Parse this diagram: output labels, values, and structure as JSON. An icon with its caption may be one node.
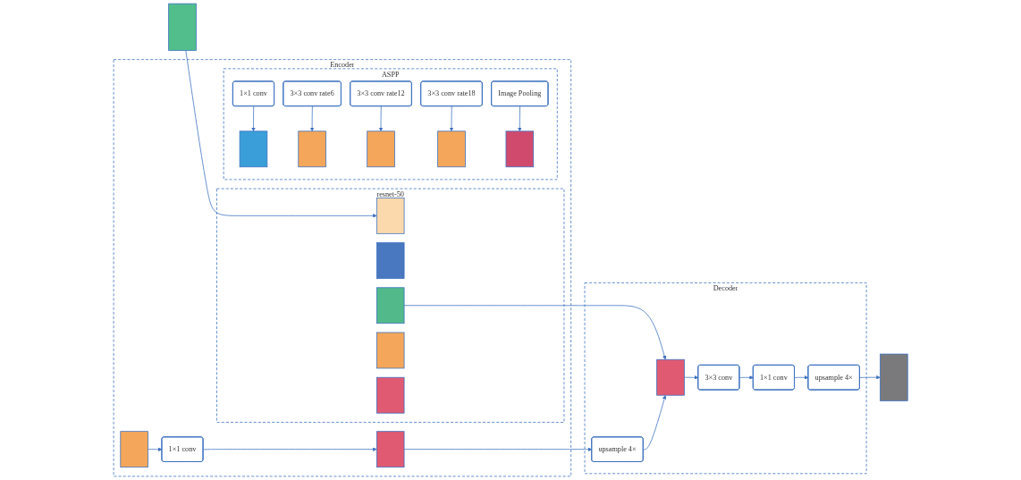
{
  "diagram": {
    "nodes": [
      {
        "text": [
          "Encoder"
        ]
      },
      {
        "text": [],
        "shape": "box"
      },
      {
        "text": [
          "resnet-50"
        ],
        "in": 0
      },
      {
        "text": [],
        "shape": "bar",
        "in": 2
      },
      {
        "text": [],
        "shape": "bar",
        "in": 2
      },
      {
        "text": [],
        "shape": "bar",
        "in": 2
      },
      {
        "text": [],
        "shape": "bar",
        "in": 2
      },
      {
        "text": [],
        "shape": "bar",
        "in": 2
      },
      {
        "text": [
          "ASPP"
        ],
        "in": 0
      },
      {
        "text": [
          "1×1 conv"
        ],
        "in": 8
      },
      {
        "text": [],
        "shape": "bar",
        "in": 8
      },
      {
        "text": [
          "3×3 conv rate6"
        ],
        "in": 8
      },
      {
        "text": [],
        "shape": "bar",
        "in": 8
      },
      {
        "text": [
          "3×3 conv rate12"
        ],
        "in": 8
      },
      {
        "text": [],
        "shape": "bar",
        "in": 8
      },
      {
        "text": [
          "3×3 conv rate18"
        ],
        "in": 8
      },
      {
        "text": [],
        "shape": "bar",
        "in": 8
      },
      {
        "text": [
          "Image Pooling"
        ],
        "in": 8
      },
      {
        "text": [],
        "shape": "bar",
        "in": 8
      },
      {
        "text": [],
        "shape": "bar",
        "in": 0
      },
      {
        "text": [
          "1×1 conv"
        ],
        "in": 0
      },
      {
        "text": [],
        "shape": "bar",
        "in": 0
      },
      {
        "text": [
          "Decoder"
        ]
      },
      {
        "text": [],
        "shape": "bar",
        "in": 22
      },
      {
        "text": [
          "upsample 4×"
        ],
        "in": 22
      },
      {
        "text": [
          "3×3 conv"
        ],
        "in": 22
      },
      {
        "text": [
          "1×1 conv"
        ],
        "in": 22
      },
      {
        "text": [
          "upsample 4×"
        ],
        "in": 22
      },
      {
        "text": [],
        "shape": "box"
      }
    ],
    "edges": [
      {
        "from": 1,
        "to": 3,
        "arrow": "to"
      },
      {
        "from": 5,
        "to": 23,
        "arrow": "to"
      },
      {
        "from": 9,
        "to": 10,
        "arrow": "to"
      },
      {
        "from": 11,
        "to": 12,
        "arrow": "to"
      },
      {
        "from": 13,
        "to": 14,
        "arrow": "to"
      },
      {
        "from": 15,
        "to": 16,
        "arrow": "to"
      },
      {
        "from": 17,
        "to": 18,
        "arrow": "to"
      },
      {
        "from": 19,
        "to": 20,
        "arrow": "to"
      },
      {
        "from": 20,
        "to": 21,
        "arrow": "to"
      },
      {
        "from": 21,
        "to": 24,
        "arrow": "to"
      },
      {
        "from": 24,
        "to": 23,
        "arrow": "to"
      },
      {
        "from": 23,
        "to": 25,
        "arrow": "to"
      },
      {
        "from": 25,
        "to": 26,
        "arrow": "to"
      },
      {
        "from": 26,
        "to": 27,
        "arrow": "to"
      },
      {
        "from": 27,
        "to": 28,
        "arrow": "to"
      }
    ]
  }
}
